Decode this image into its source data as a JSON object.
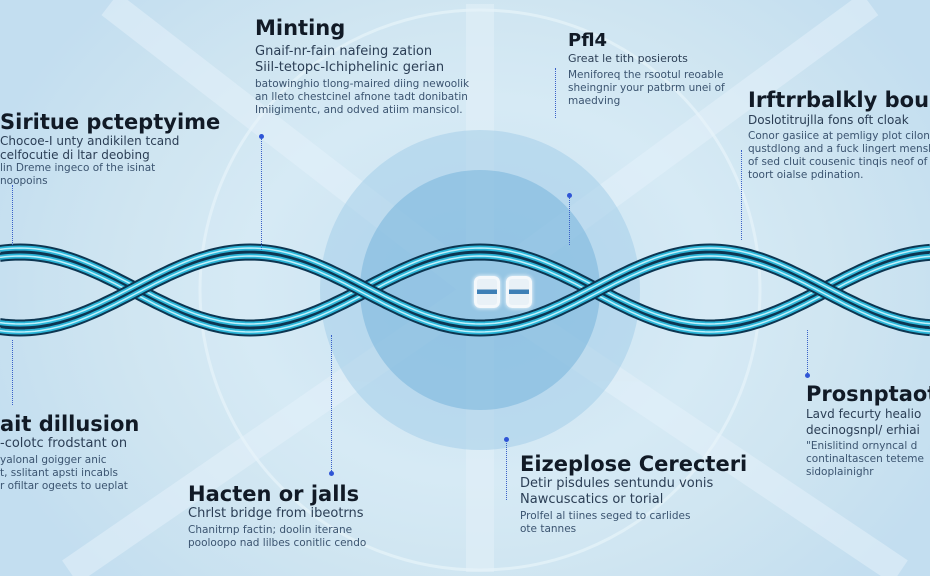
{
  "colors": {
    "background": "#cfe5f1",
    "cable": "#2bb5d8",
    "cable_outline": "#0d3550",
    "connector": "#2f55d6"
  },
  "center_icon": "88-chip-icon",
  "sections": [
    {
      "title": "Minting",
      "subtitle": [
        "Gnaif-nr-fain nafeing zation",
        "Siil-tetopc-Ichiphelinic gerian"
      ],
      "body": [
        "batowinghio tlong-maired diing newoolik",
        "an lleto chestcinel afnone tadt donibatin",
        "Imiigimentc, and odved atiim mansicol."
      ]
    },
    {
      "title": "Pfl4",
      "subtitle": [
        "Great le tith posierots"
      ],
      "body": [
        "Meniforeq the rsootul reoable",
        "sheingnir your patbrm unei of",
        "maedving"
      ]
    },
    {
      "title": "Siritue pcteptyime",
      "subtitle": [],
      "body": [
        "Chocoe-I unty andikilen tcand",
        "celfocutie di ltar deobing",
        "lin Dreme ingeco of the isinat",
        "noopoins"
      ]
    },
    {
      "title": "Irftrrbalkly boun",
      "subtitle": [
        "Doslotitrujlla fons oft cloak"
      ],
      "body": [
        "Conor gasiice at pemligy plot cilon",
        "qustdlong and a fuck lingert mensle",
        "of sed cluit cousenic tinqis neof of",
        "toort oialse pdination."
      ]
    },
    {
      "title": "ait dillusion",
      "subtitle": [
        "-colotc frodstant on"
      ],
      "body": [
        "yalonal goigger anic",
        "t, sslitant apsti incabls",
        "r ofiltar ogeets to ueplat"
      ]
    },
    {
      "title": "Hacten or jalls",
      "subtitle": [
        "Chrlst bridge from ibeotrns"
      ],
      "body": [
        "Chanitrnp factin; doolin iterane",
        "pooloopo nad lilbes conitlic cendo"
      ]
    },
    {
      "title": "Eizeplose Cerecteri",
      "subtitle": [
        "Detir pisdules sentundu vonis",
        "Nawcuscatics or torial"
      ],
      "body": [
        "Prolfel al tiines seged to carlides",
        "ote tannes"
      ]
    },
    {
      "title": "Prosnptaota",
      "subtitle": [
        "Lavd fecurty healio",
        "decinogsnpl/ erhiai"
      ],
      "body": [
        "\"Enislitind ornyncal d",
        "continaltascen teteme",
        "sidoplainighr"
      ]
    }
  ]
}
